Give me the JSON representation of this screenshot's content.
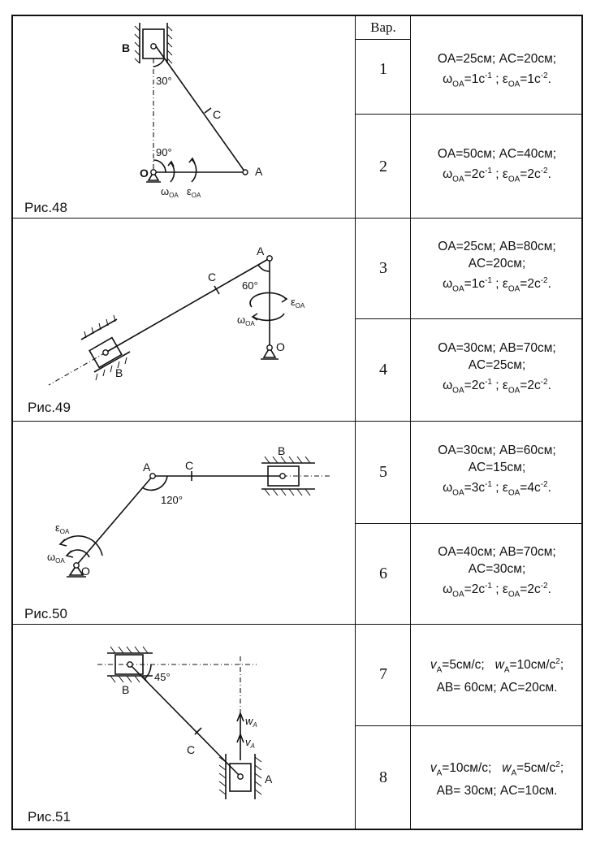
{
  "header": {
    "variant_col": "Вар."
  },
  "figures": [
    {
      "caption": "Рис.48",
      "points": {
        "B": "B",
        "C": "C",
        "O": "O",
        "A": "A"
      },
      "angles": {
        "top": "30°",
        "bottom": "90°"
      },
      "omega": "ω",
      "omega_sub": "OA",
      "eps": "ε",
      "eps_sub": "OA"
    },
    {
      "caption": "Рис.49",
      "points": {
        "A": "A",
        "C": "C",
        "B": "B",
        "O": "O"
      },
      "angles": {
        "a": "60°"
      },
      "omega": "ω",
      "omega_sub": "OA",
      "eps": "ε",
      "eps_sub": "OA"
    },
    {
      "caption": "Рис.50",
      "points": {
        "A": "A",
        "C": "C",
        "B": "B",
        "O": "O"
      },
      "angles": {
        "a": "120°"
      },
      "omega": "ω",
      "omega_sub": "OA",
      "eps": "ε",
      "eps_sub": "OA"
    },
    {
      "caption": "Рис.51",
      "points": {
        "B": "B",
        "C": "C",
        "A": "A"
      },
      "angles": {
        "b": "45°"
      },
      "w": "w",
      "w_sub": "A",
      "v": "v",
      "v_sub": "A"
    }
  ],
  "variants": [
    {
      "num": "1",
      "lines": [
        "OA=25см; AC=20см;"
      ],
      "omega": "1",
      "eps": "1"
    },
    {
      "num": "2",
      "lines": [
        "OA=50см; AC=40см;"
      ],
      "omega": "2",
      "eps": "2"
    },
    {
      "num": "3",
      "lines": [
        "OA=25см; AB=80см;",
        "AC=20см;"
      ],
      "omega": "1",
      "eps": "2"
    },
    {
      "num": "4",
      "lines": [
        "OA=30см; AB=70см;",
        "AC=25см;"
      ],
      "omega": "2",
      "eps": "2"
    },
    {
      "num": "5",
      "lines": [
        "OA=30см; AB=60см;",
        "AC=15см;"
      ],
      "omega": "3",
      "eps": "4"
    },
    {
      "num": "6",
      "lines": [
        "OA=40см; AB=70см;",
        "AC=30см;"
      ],
      "omega": "2",
      "eps": "2"
    },
    {
      "num": "7",
      "v": "5см/с;",
      "w": "10см/с",
      "last": "AB= 60см; AC=20см."
    },
    {
      "num": "8",
      "v": "10см/с;",
      "w": "5см/с",
      "last": "AB= 30см; AC=10см."
    }
  ],
  "units": {
    "omega_prefix": "ω",
    "omega_sub": "OA",
    "eps_prefix": "ε",
    "eps_sub": "OA",
    "inv_unit": "с",
    "exp1": "-1",
    "exp2": "-2",
    "v_prefix": "v",
    "w_prefix": "w",
    "sub_A": "A",
    "exp_w": "2"
  }
}
